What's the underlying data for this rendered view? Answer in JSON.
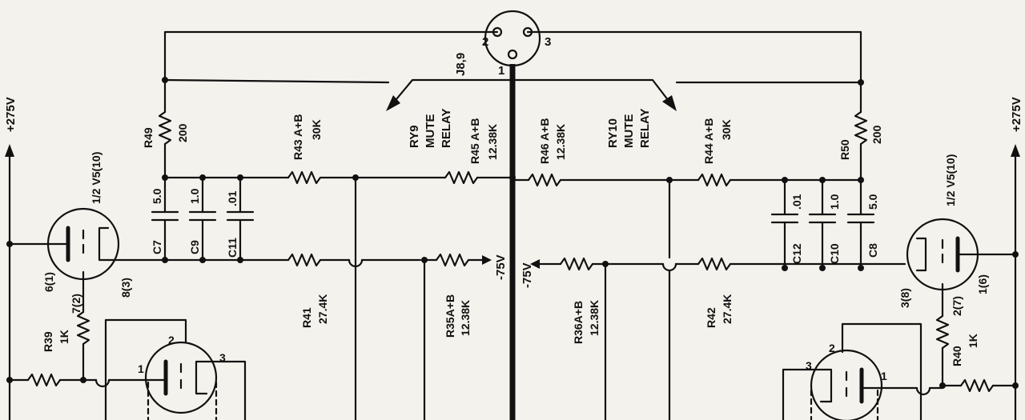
{
  "connector": {
    "ref": "J8,9",
    "pin1": "1",
    "pin2": "2",
    "pin3": "3"
  },
  "supply": {
    "left": "+275V",
    "right": "+275V",
    "neg_left": "-75V",
    "neg_right": "-75V"
  },
  "relays": {
    "left": {
      "line1": "RY9",
      "line2": "MUTE",
      "line3": "RELAY"
    },
    "right": {
      "line1": "RY10",
      "line2": "MUTE",
      "line3": "RELAY"
    }
  },
  "resistors": {
    "r49": {
      "ref": "R49",
      "value": "200"
    },
    "r50": {
      "ref": "R50",
      "value": "200"
    },
    "r43": {
      "ref": "R43 A+B",
      "value": "30K"
    },
    "r44": {
      "ref": "R44 A+B",
      "value": "30K"
    },
    "r45": {
      "ref": "R45 A+B",
      "value": "12.38K"
    },
    "r46": {
      "ref": "R46 A+B",
      "value": "12.38K"
    },
    "r41": {
      "ref": "R41",
      "value": "27.4K"
    },
    "r42": {
      "ref": "R42",
      "value": "27.4K"
    },
    "r35": {
      "ref": "R35A+B",
      "value": "12.38K"
    },
    "r36": {
      "ref": "R36A+B",
      "value": "12.38K"
    },
    "r39": {
      "ref": "R39",
      "value": "1K"
    },
    "r40": {
      "ref": "R40",
      "value": "1K"
    }
  },
  "capacitors": {
    "c7": {
      "ref": "C7",
      "value": "5.0"
    },
    "c9": {
      "ref": "C9",
      "value": "1.0"
    },
    "c11": {
      "ref": "C11",
      "value": ".01"
    },
    "c12": {
      "ref": "C12",
      "value": ".01"
    },
    "c10": {
      "ref": "C10",
      "value": "1.0"
    },
    "c8": {
      "ref": "C8",
      "value": "5.0"
    }
  },
  "tubes": {
    "left": {
      "name": "1/2 V5(10)",
      "pin_grid": "6(1)",
      "pin_cathode": "7(2)",
      "pin_plate": "8(3)"
    },
    "right": {
      "name": "1/2 V5(10)",
      "pin_grid": "1(6)",
      "pin_cathode": "2(7)",
      "pin_plate": "3(8)"
    },
    "left_lower": {
      "p1": "1",
      "p2": "2",
      "p3": "3"
    },
    "right_lower": {
      "p1": "1",
      "p2": "2",
      "p3": "3"
    }
  }
}
